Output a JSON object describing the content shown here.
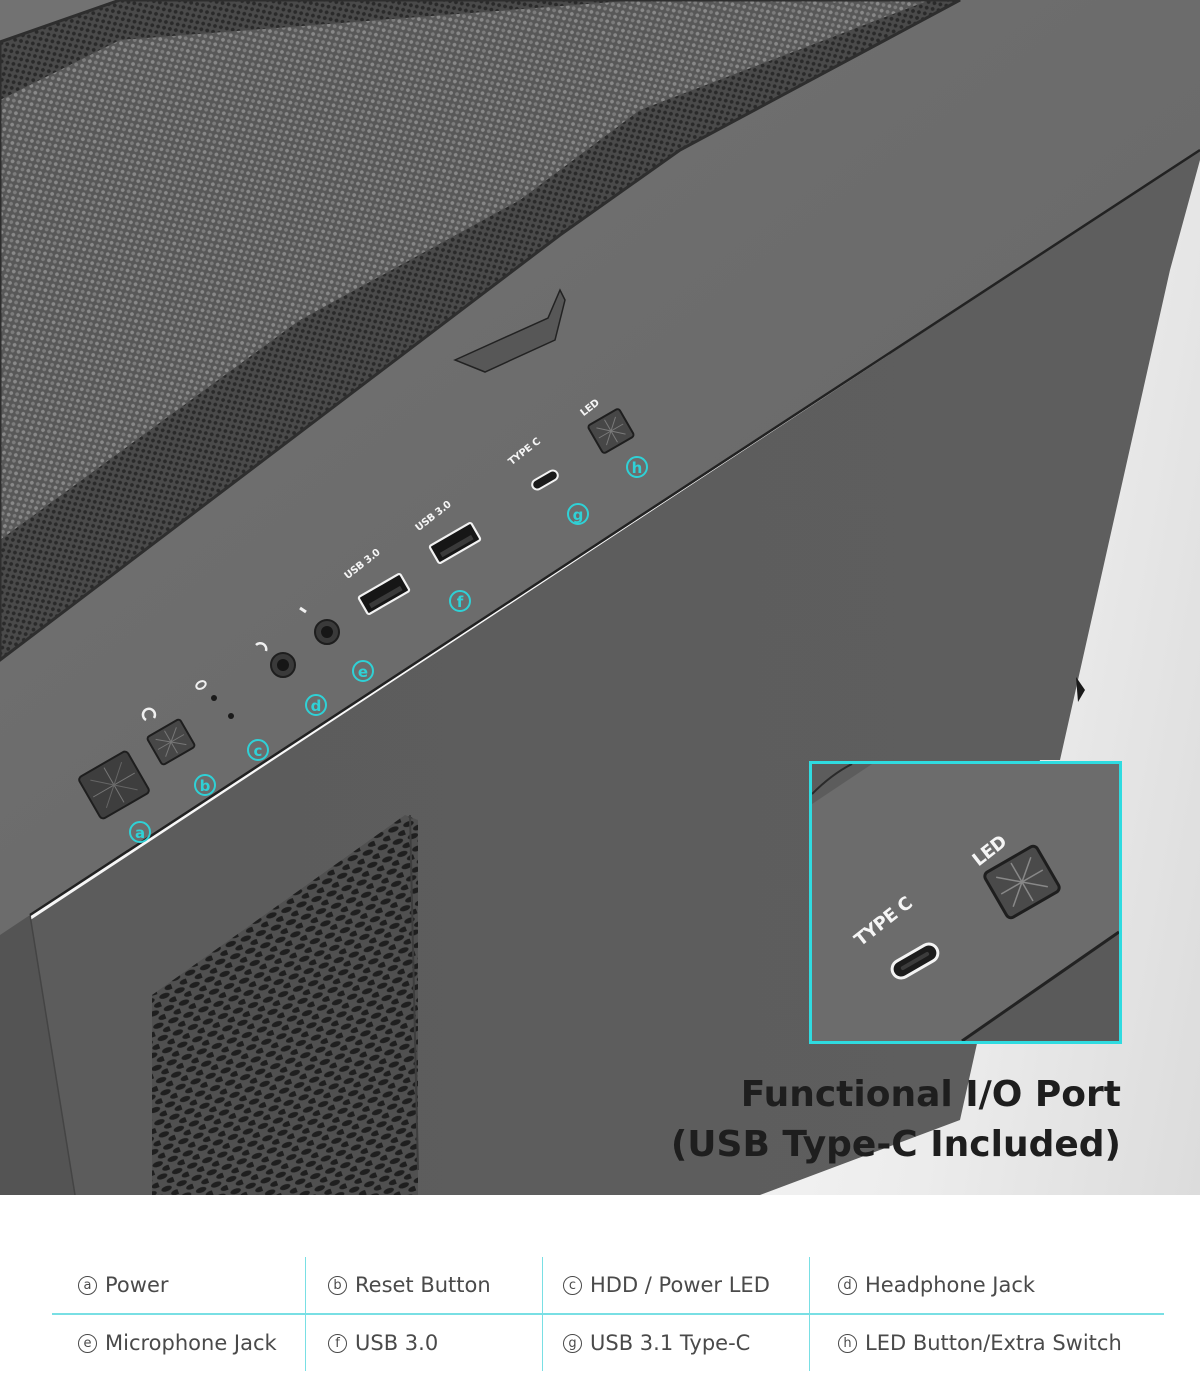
{
  "headline": {
    "line1": "Functional I/O Port",
    "line2": "(USB Type-C Included)"
  },
  "port_labels": {
    "usb_a_1": "USB 3.0",
    "usb_a_2": "USB 3.0",
    "type_c": "TYPE C",
    "led": "LED"
  },
  "inset": {
    "type_c_label": "TYPE C",
    "led_label": "LED"
  },
  "markers": {
    "a": "a",
    "b": "b",
    "c": "c",
    "d": "d",
    "e": "e",
    "f": "f",
    "g": "g",
    "h": "h"
  },
  "legend": {
    "rows": [
      [
        {
          "key": "a",
          "label": "Power"
        },
        {
          "key": "b",
          "label": "Reset Button"
        },
        {
          "key": "c",
          "label": "HDD / Power LED"
        },
        {
          "key": "d",
          "label": "Headphone Jack"
        }
      ],
      [
        {
          "key": "e",
          "label": "Microphone Jack"
        },
        {
          "key": "f",
          "label": "USB 3.0"
        },
        {
          "key": "g",
          "label": "USB 3.1 Type-C"
        },
        {
          "key": "h",
          "label": "LED Button/Extra Switch"
        }
      ]
    ]
  },
  "colors": {
    "accent": "#2fd1d6",
    "case_dark": "#5a5a5a",
    "case_top": "#6b6b6b",
    "text_dark": "#1e1e1e",
    "text_legend": "#4a4a4a"
  }
}
